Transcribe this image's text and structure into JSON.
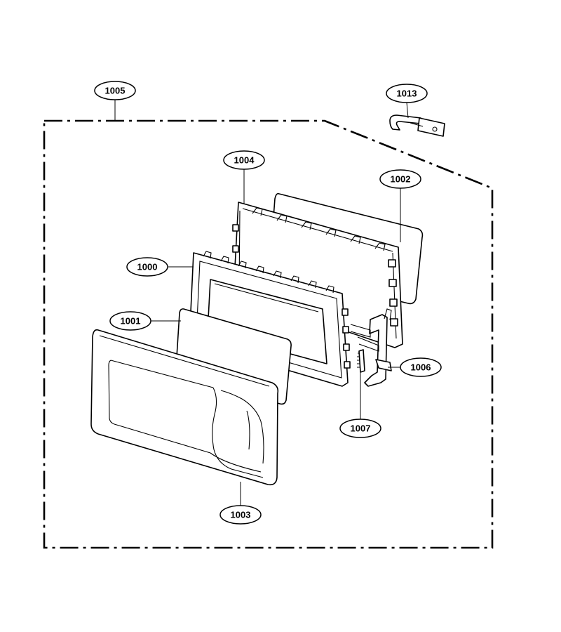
{
  "diagram": {
    "callouts": {
      "c1005": "1005",
      "c1013": "1013",
      "c1004": "1004",
      "c1002": "1002",
      "c1000": "1000",
      "c1001": "1001",
      "c1006": "1006",
      "c1007": "1007",
      "c1003": "1003"
    }
  }
}
